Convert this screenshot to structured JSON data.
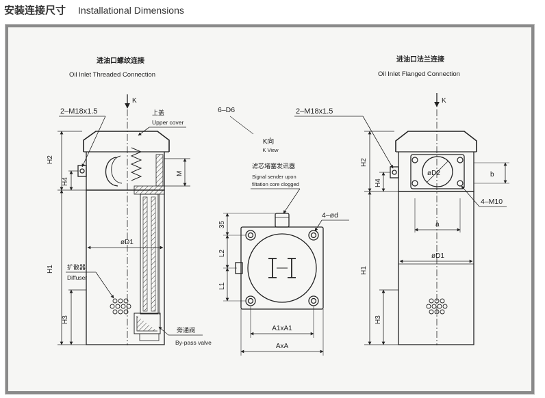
{
  "header": {
    "title_cn": "安装连接尺寸",
    "title_en": "Installational Dimensions"
  },
  "left_view": {
    "title_cn": "进油口螺纹连接",
    "title_en": "Oil Inlet Threaded Connection",
    "k": "K",
    "thread": "2–M18x1.5",
    "upper_cover_cn": "上盖",
    "upper_cover_en": "Upper cover",
    "d1": "øD1",
    "diffuser_cn": "扩散器",
    "diffuser_en": "Diffuser",
    "bypass_cn": "旁通阀",
    "bypass_en": "By-pass valve",
    "h2": "H2",
    "h4": "H4",
    "h1": "H1",
    "h3": "H3",
    "m": "M"
  },
  "middle_view": {
    "d6": "6–D6",
    "kview_cn": "K向",
    "kview_en": "K View",
    "signal_cn": "滤芯堵塞发讯器",
    "signal_en_1": "Signal sender upon",
    "signal_en_2": "filtation core clogged",
    "holes": "4–ød",
    "dim35": "35",
    "l2": "L2",
    "l1": "L1",
    "a1": "A1xA1",
    "a": "AxA"
  },
  "right_view": {
    "title_cn": "进油口法兰连接",
    "title_en": "Oil Inlet Flanged Connection",
    "k": "K",
    "thread": "2–M18x1.5",
    "d2": "øD2",
    "b": "b",
    "m10": "4–M10",
    "a": "a",
    "d1": "øD1",
    "h2": "H2",
    "h4": "H4",
    "h1": "H1",
    "h3": "H3"
  }
}
